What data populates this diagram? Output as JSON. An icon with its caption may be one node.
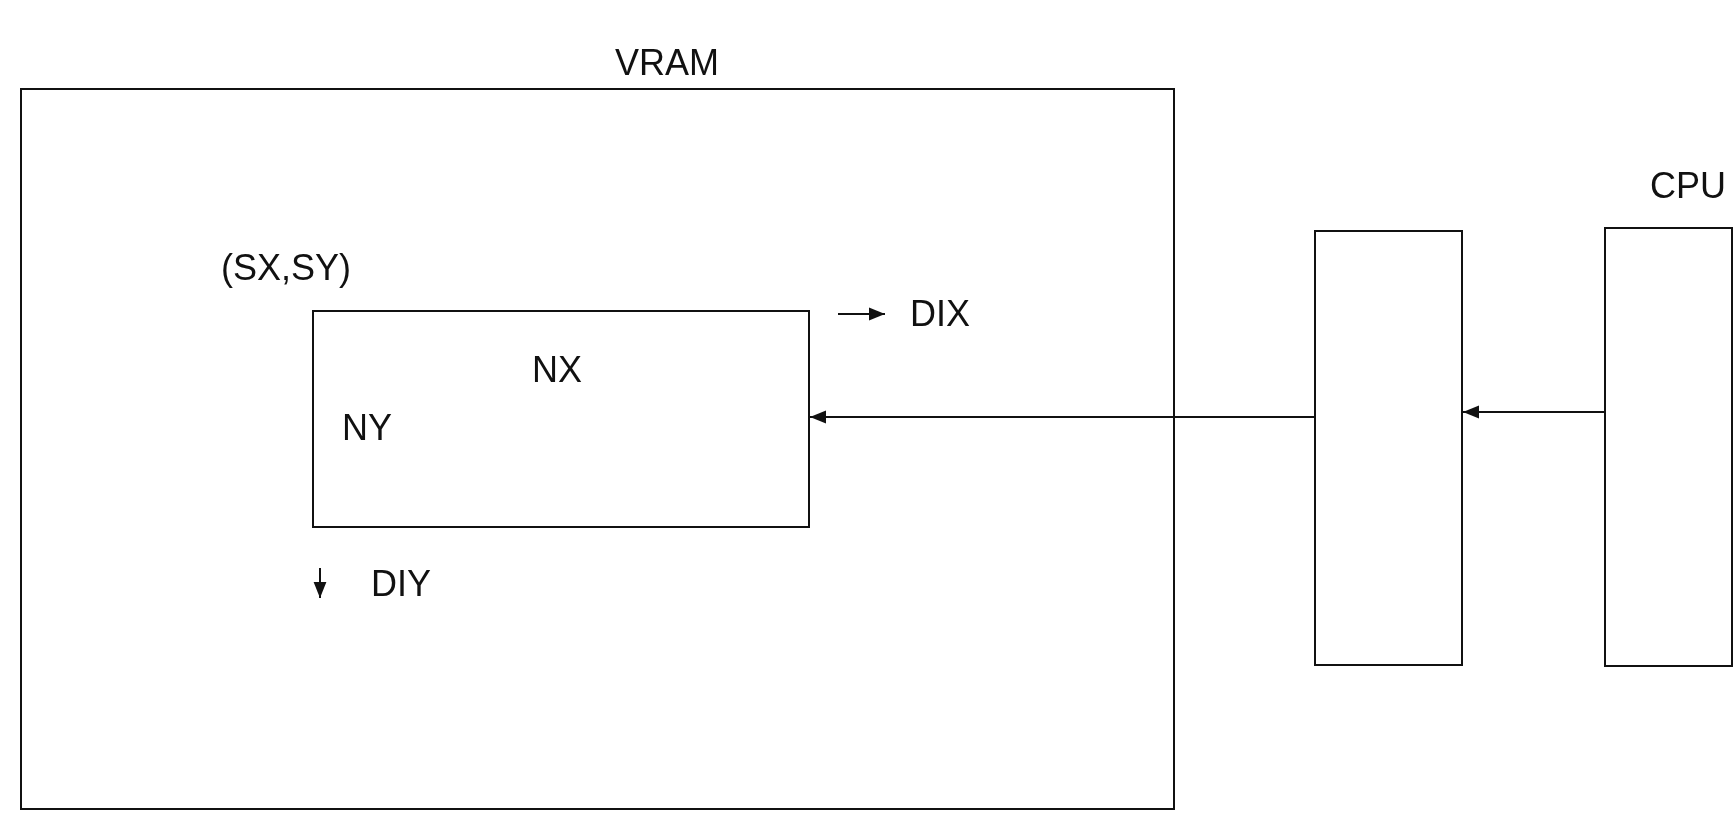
{
  "diagram": {
    "nodes": [
      {
        "text": [
          "VRAM"
        ]
      },
      {
        "text": [
          "NX",
          "NY"
        ],
        "in": 0,
        "beside": [
          "(SX,SY)",
          "DIX",
          "DIY"
        ]
      },
      {
        "text": [],
        "shape": "box"
      },
      {
        "text": [
          "CPU"
        ]
      }
    ],
    "edges": [
      {
        "from": 2,
        "to": 1,
        "arrow": "to"
      },
      {
        "from": 3,
        "to": 2,
        "arrow": "to"
      }
    ]
  }
}
